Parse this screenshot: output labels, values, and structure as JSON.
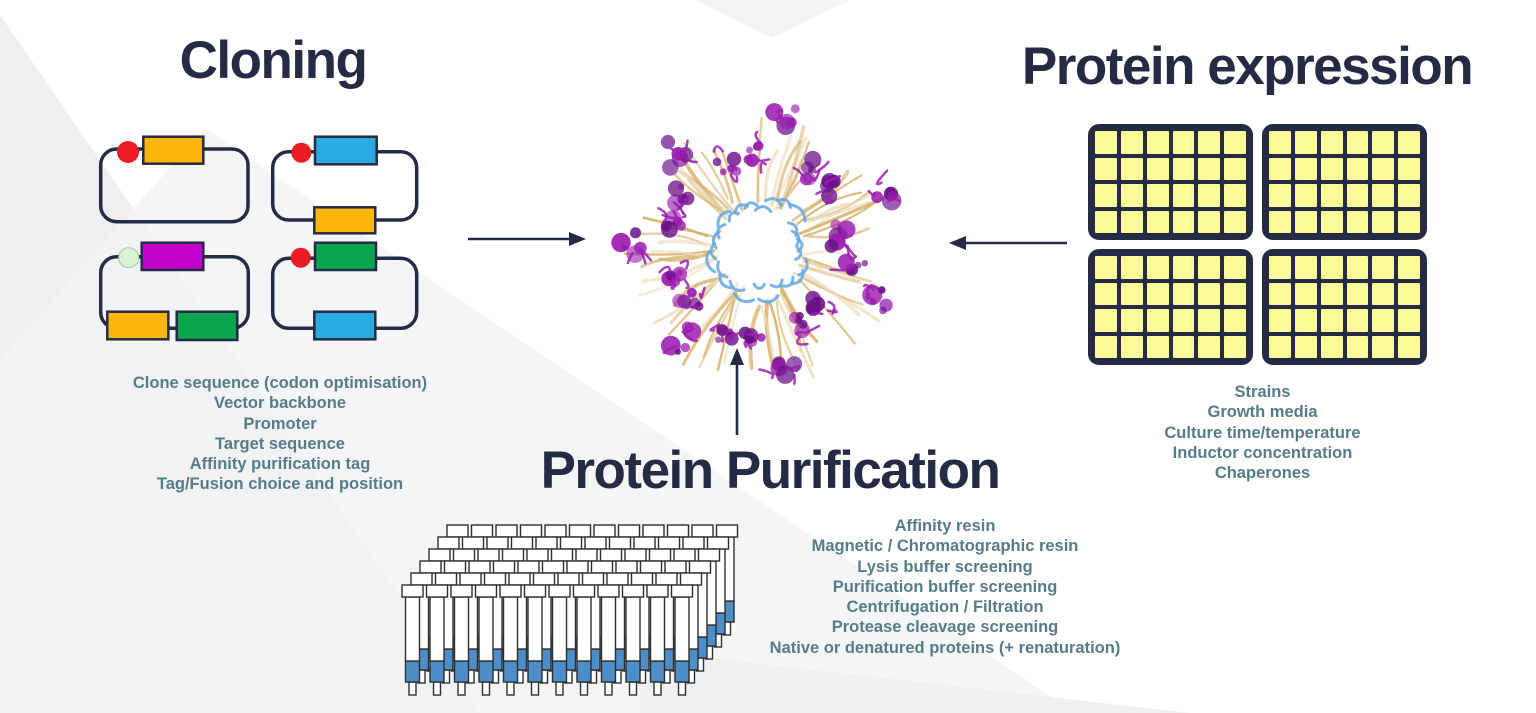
{
  "palette": {
    "title_navy": "#262b45",
    "list_text_teal": "#567c8a",
    "bg_shard_gray": "#eef0f2",
    "plate_border_navy": "#262b45",
    "plate_well_yellow": "#fafa98",
    "gene_orange": "#fcb60a",
    "gene_blue": "#29abe2",
    "gene_green": "#0aa64f",
    "gene_magenta": "#c303c9",
    "origin_red": "#ec1c24",
    "origin_light_green": "#d9f4d4",
    "resin_blue": "#4d8ec9",
    "protein_purple": "#9b1fb0",
    "protein_purple_dark": "#6a0f8a",
    "protein_tan": "#d8b16b",
    "protein_tan_light": "#ecdcba",
    "protein_blue": "#64a8e0",
    "arrow_navy": "#262b45"
  },
  "icons": {
    "arrow-right-icon": "→",
    "arrow-left-icon": "←",
    "arrow-up-icon": "↑",
    "plasmid-map-icon": "circular plasmid maps",
    "microplate-icon": "multiwell culture plate",
    "spin-columns-icon": "array of purification spin columns",
    "protein-complex-icon": "multimeric protein structure"
  },
  "cloning": {
    "title": "Cloning",
    "items": [
      "Clone sequence (codon optimisation)",
      "Vector backbone",
      "Promoter",
      "Target sequence",
      "Affinity purification tag",
      "Tag/Fusion choice and position"
    ]
  },
  "expression": {
    "title": "Protein expression",
    "items": [
      "Strains",
      "Growth media",
      "Culture time/temperature",
      "Inductor concentration",
      "Chaperones"
    ],
    "plate": {
      "count": 4,
      "rows": 4,
      "cols": 6
    }
  },
  "purification": {
    "title": "Protein Purification",
    "items": [
      "Affinity resin",
      "Magnetic / Chromatographic resin",
      "Lysis buffer screening",
      "Purification buffer screening",
      "Centrifugation / Filtration",
      "Protease cleavage screening",
      "Native or denatured proteins (+ renaturation)"
    ],
    "columns": {
      "rows": 6,
      "cols": 12
    }
  }
}
